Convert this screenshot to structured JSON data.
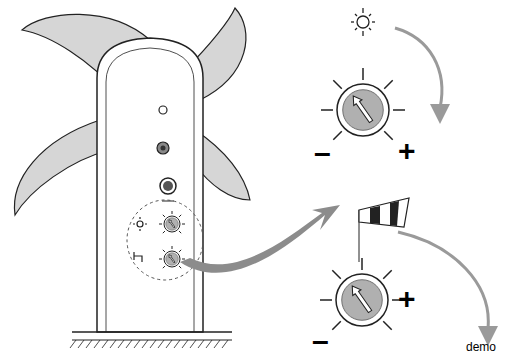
{
  "diagram": {
    "labels": [
      "–",
      "+",
      "–",
      "+",
      "demo"
    ]
  }
}
